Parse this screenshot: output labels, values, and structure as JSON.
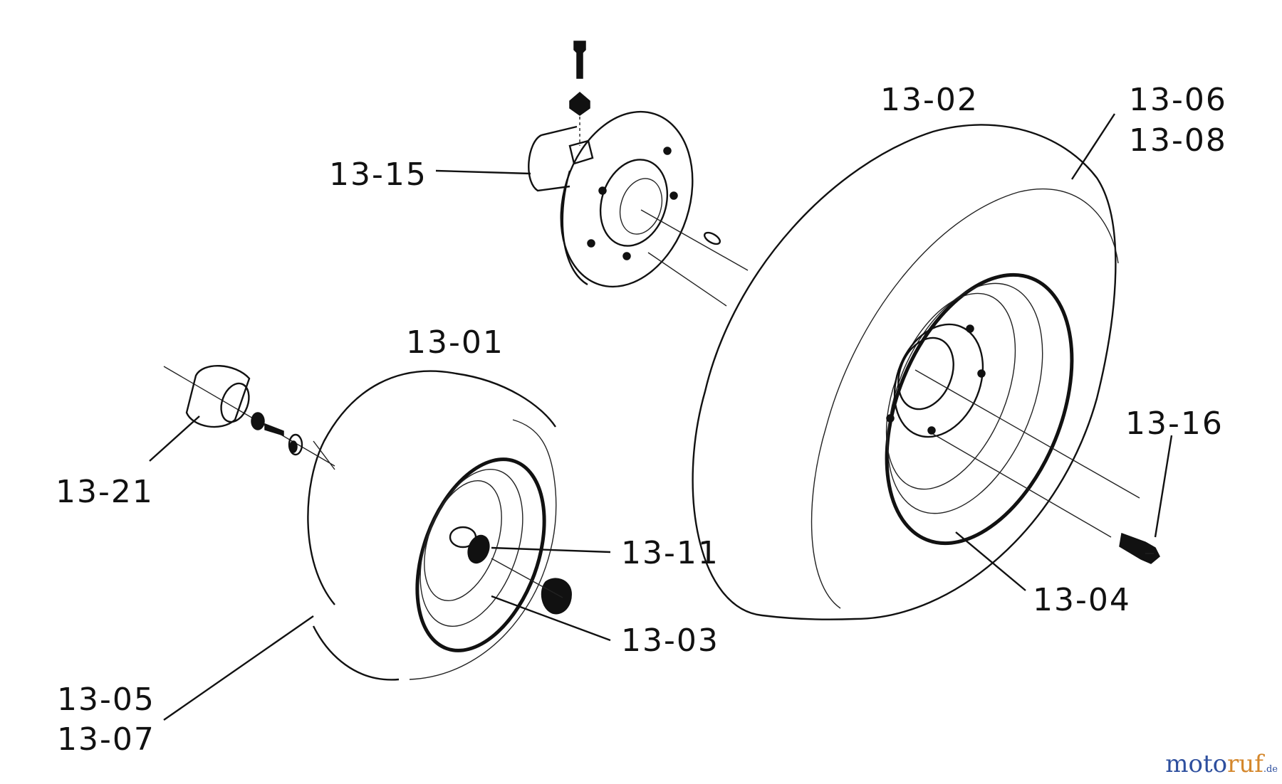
{
  "labels": {
    "l1302": "13-02",
    "l1306": "13-06",
    "l1308": "13-08",
    "l1315": "13-15",
    "l1301": "13-01",
    "l1321": "13-21",
    "l1316": "13-16",
    "l1311": "13-11",
    "l1304": "13-04",
    "l1303": "13-03",
    "l1305": "13-05",
    "l1307": "13-07"
  },
  "watermark": {
    "part1": "moto",
    "part2": "ruf",
    "part3": ".de"
  },
  "colors": {
    "ink": "#111111",
    "wm_blue": "#2e4f9e",
    "wm_orange": "#d4872c"
  }
}
